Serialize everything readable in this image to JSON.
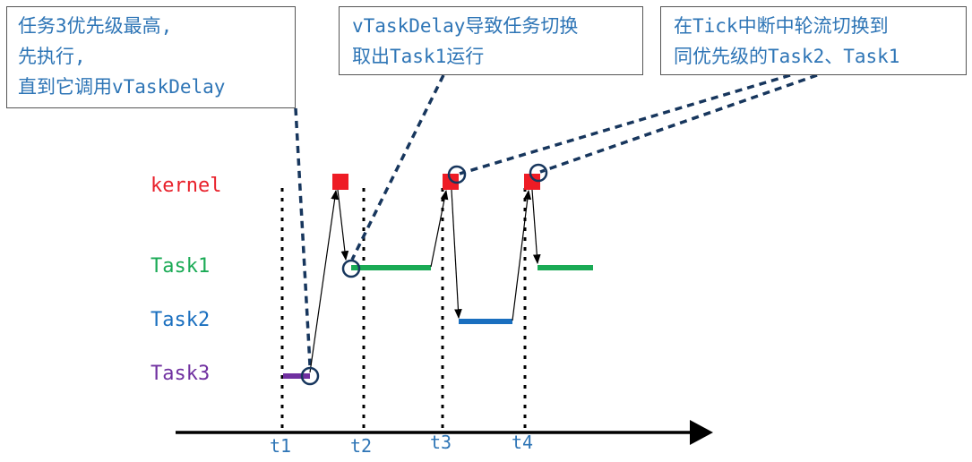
{
  "notes": {
    "task3_note": [
      "任务3优先级最高,",
      "先执行,",
      "直到它调用vTaskDelay"
    ],
    "vtaskdelay_note": [
      "vTaskDelay导致任务切换",
      "取出Task1运行"
    ],
    "tick_note": [
      "在Tick中断中轮流切换到",
      "同优先级的Task2、Task1"
    ]
  },
  "rows": {
    "kernel": {
      "label": "kernel",
      "color": "#e8202a"
    },
    "task1": {
      "label": "Task1",
      "color": "#1aaa55"
    },
    "task2": {
      "label": "Task2",
      "color": "#1a6fbf"
    },
    "task3": {
      "label": "Task3",
      "color": "#7030a0"
    }
  },
  "time_ticks": [
    "t1",
    "t2",
    "t3",
    "t4"
  ],
  "colors": {
    "axis": "#000000",
    "markers": "#17365d",
    "callout_lines": "#17365d",
    "note_text": "#2e75b6",
    "kernel_blocks": "#ee1c25"
  }
}
